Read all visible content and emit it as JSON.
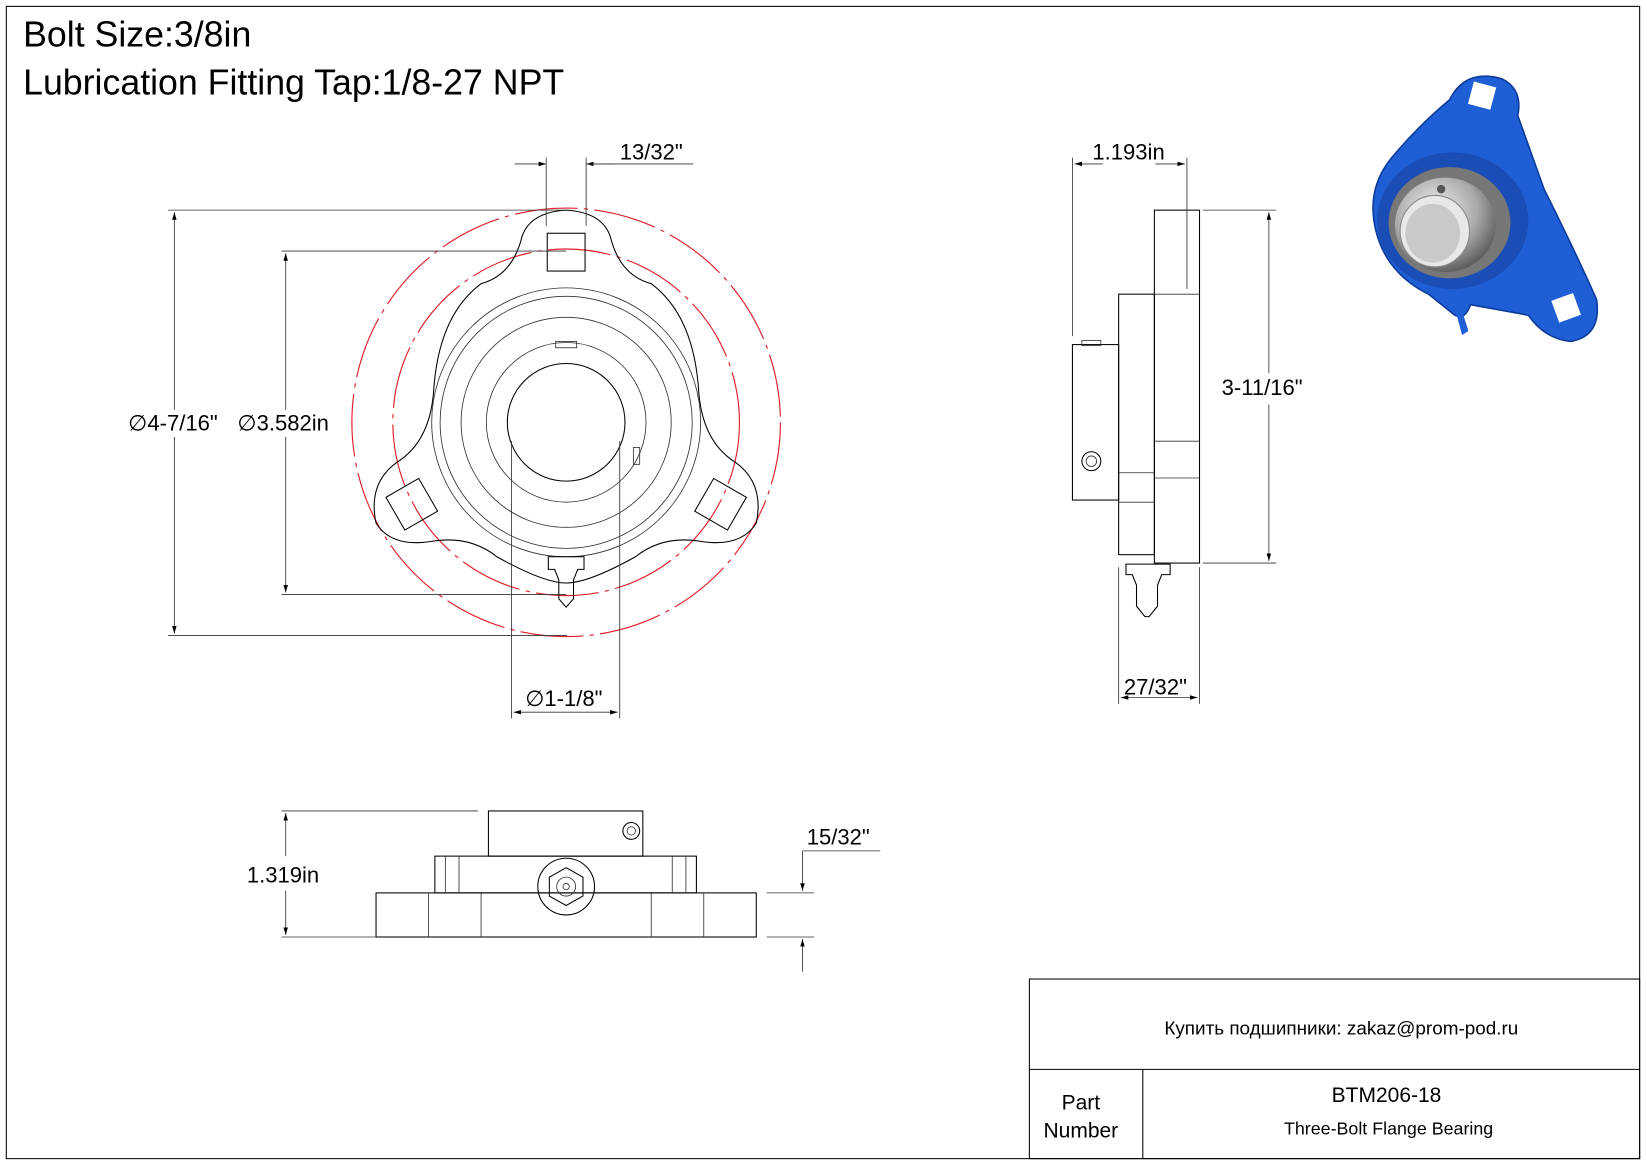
{
  "header": {
    "bolt_size": "Bolt Size:3/8in",
    "lubrication": "Lubrication Fitting Tap:1/8-27 NPT"
  },
  "front_view": {
    "slot_width": "13/32\"",
    "bolt_circle_outer": "4-7/16\"",
    "bolt_circle": "3.582in",
    "bore": "1-1/8\"",
    "diameter_symbol": "∅"
  },
  "side_view": {
    "depth": "1.193in",
    "height": "3-11/16\"",
    "flange_thickness": "27/32\""
  },
  "bottom_view": {
    "overall_height": "1.319in",
    "flange_height": "15/32\""
  },
  "title_block": {
    "contact": "Купить подшипники: zakaz@prom-pod.ru",
    "part_label_line1": "Part",
    "part_label_line2": "Number",
    "part_number": "BTM206-18",
    "description": "Three-Bolt Flange Bearing"
  },
  "colors": {
    "housing": "#1f5fd6",
    "centerline": "#e0202a"
  }
}
